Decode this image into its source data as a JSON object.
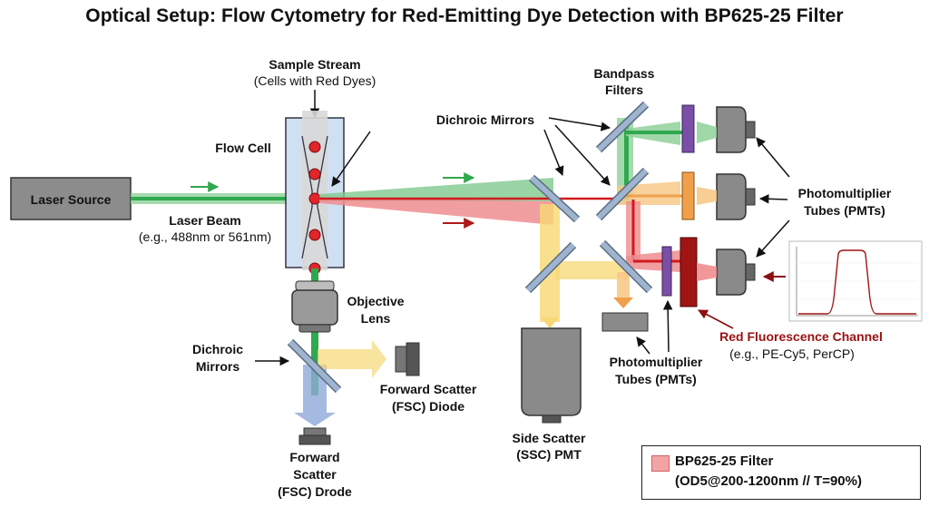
{
  "title": "Optical Setup: Flow Cytometry for Red-Emitting Dye Detection with BP625-25 Filter",
  "labels": {
    "laser_source": "Laser Source",
    "laser_beam": "Laser Beam",
    "laser_beam_sub": "(e.g., 488nm or 561nm)",
    "sample_stream": "Sample Stream",
    "sample_stream_sub": "(Cells with Red Dyes)",
    "flow_cell": "Flow Cell",
    "objective_lens_1": "Objective",
    "objective_lens_2": "Lens",
    "dichroic_mirrors_left_1": "Dichroic",
    "dichroic_mirrors_left_2": "Mirrors",
    "fsc_diode_1": "Forward Scatter",
    "fsc_diode_2": "(FSC) Diode",
    "fsc_drode_1": "Forward",
    "fsc_drode_2": "Scatter",
    "fsc_drode_3": "(FSC) Drode",
    "dichroic_mirrors_top": "Dichroic Mirrors",
    "bandpass_filters_1": "Bandpass",
    "bandpass_filters_2": "Filters",
    "pmt_right_1": "Photomultiplier",
    "pmt_right_2": "Tubes (PMTs)",
    "pmt_bottom_1": "Photomultiplier",
    "pmt_bottom_2": "Tubes (PMTs)",
    "ssc_pmt_1": "Side Scatter",
    "ssc_pmt_2": "(SSC) PMT",
    "red_channel": "Red Fluorescence Channel",
    "red_channel_sub": "(e.g., PE-Cy5, PerCP)"
  },
  "legend": {
    "line1": "BP625-25 Filter",
    "line2": "(OD5@200-1200nm // T=90%)"
  },
  "colors": {
    "laser_green": "#2fa84f",
    "red_emission": "#e0262b",
    "filter_purple": "#7b4fa8",
    "filter_orange": "#f0a04b",
    "filter_red": "#a11414",
    "scatter_yellow": "#f7d873",
    "fsc_blue": "#8ea9d8",
    "mirror_blue": "#9fb4cf",
    "flowcell_blue": "#cfe0f3",
    "legend_swatch": "#f4a3a3"
  },
  "icons": [
    "arrow-right-icon",
    "pmt-icon",
    "diode-icon",
    "mirror-icon",
    "filter-icon",
    "objective-lens-icon",
    "spectrum-plot-icon"
  ]
}
